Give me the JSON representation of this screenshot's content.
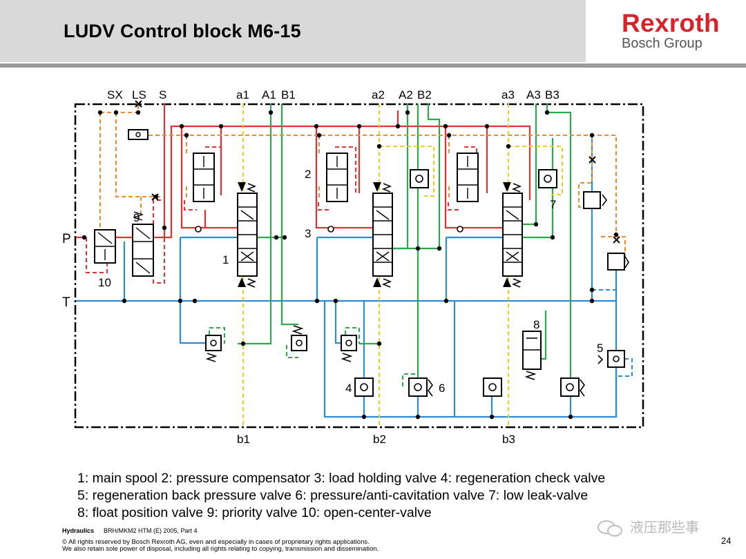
{
  "header": {
    "title": "LUDV Control block M6-15",
    "brand": "Rexroth",
    "brand_sub": "Bosch Group"
  },
  "diagram": {
    "top_ports": [
      "SX",
      "LS",
      "S",
      "a1",
      "A1",
      "B1",
      "a2",
      "A2",
      "B2",
      "a3",
      "A3",
      "B3"
    ],
    "bottom_ports": [
      "b1",
      "b2",
      "b3"
    ],
    "side_ports": [
      "P",
      "T"
    ],
    "component_numbers": [
      "1",
      "2",
      "3",
      "4",
      "5",
      "6",
      "7",
      "8",
      "9",
      "10"
    ],
    "colors": {
      "pressure": "#e53030",
      "tank": "#2a8ad8",
      "work": "#2aa84a",
      "control": "#f08a2c",
      "pilot": "#e8d020",
      "load_sense": "#e07080"
    }
  },
  "legend": {
    "line1": "1: main spool   2: pressure compensator   3: load holding valve   4: regeneration check valve",
    "line2": "5: regeneration back pressure valve   6: pressure/anti-cavitation valve   7: low leak-valve",
    "line3": "8: float position valve   9: priority valve   10: open-center-valve"
  },
  "footer": {
    "label": "Hydraulics",
    "doc_ref": "BRH/MKM2  HTM (E) 2005, Part 4",
    "copyright_line1": "© All rights reserved by Bosch Rexroth AG, even and especially in cases of proprietary rights applications.",
    "copyright_line2": "We also retain sole power of disposal, including all rights relating to copying, transmission and dissemination.",
    "page_number": "24"
  },
  "watermark": "液压那些事"
}
